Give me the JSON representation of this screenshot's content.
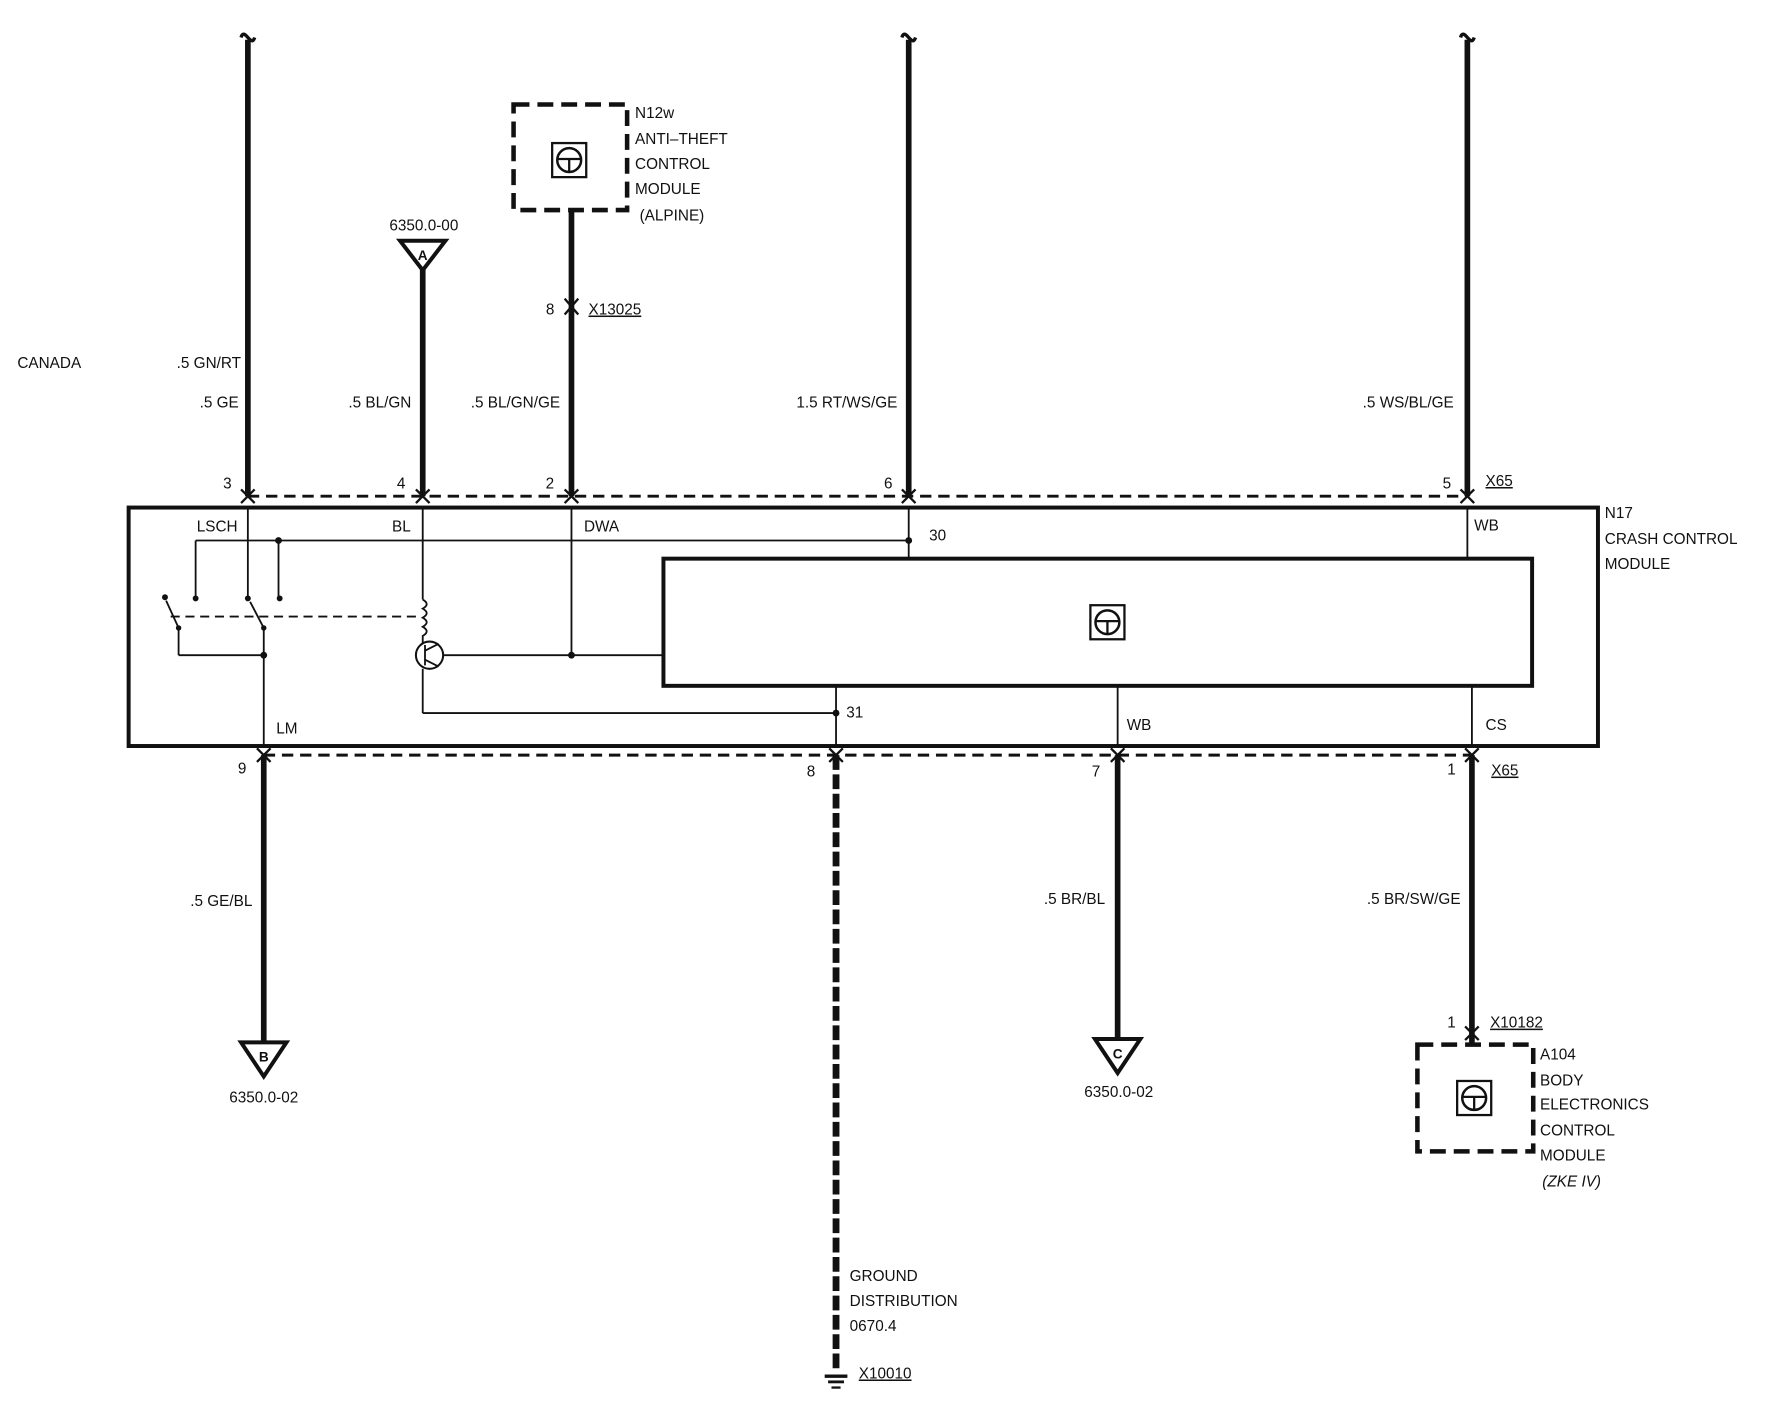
{
  "diagram": {
    "canada": {
      "region": "CANADA",
      "wire": ".5 GN/RT"
    },
    "top_wires": {
      "w3": {
        "pin": "3",
        "color": ".5 GE"
      },
      "w4": {
        "pin": "4",
        "color": ".5 BL/GN"
      },
      "w2": {
        "pin": "2",
        "color": ".5 BL/GN/GE"
      },
      "w6": {
        "pin": "6",
        "color": "1.5 RT/WS/GE"
      },
      "w5": {
        "pin": "5",
        "color": ".5 WS/BL/GE"
      }
    },
    "top_connector": "X65",
    "bottom_wires": {
      "w9": {
        "pin": "9",
        "color": ".5 GE/BL"
      },
      "w8": {
        "pin": "8"
      },
      "w7": {
        "pin": "7",
        "color": ".5 BR/BL"
      },
      "w1": {
        "pin": "1",
        "color": ".5 BR/SW/GE"
      }
    },
    "bottom_connector": "X65",
    "x13025": {
      "pin": "8",
      "name": "X13025"
    },
    "x10182": {
      "pin": "1",
      "name": "X10182"
    },
    "n12w": {
      "id": "N12w",
      "lines": [
        "ANTI–THEFT",
        "CONTROL",
        "MODULE",
        "(ALPINE)"
      ]
    },
    "n17": {
      "id": "N17",
      "lines": [
        "CRASH CONTROL",
        "MODULE"
      ],
      "terminals": {
        "lsch": "LSCH",
        "bl": "BL",
        "dwa": "DWA",
        "t30": "30",
        "wb_top": "WB",
        "lm": "LM",
        "t31": "31",
        "wb_bottom": "WB",
        "cs": "CS"
      }
    },
    "a104": {
      "id": "A104",
      "lines": [
        "BODY",
        "ELECTRONICS",
        "CONTROL",
        "MODULE",
        "(ZKE IV)"
      ]
    },
    "ref_a": {
      "letter": "A",
      "page": "6350.0-00"
    },
    "ref_b": {
      "letter": "B",
      "page": "6350.0-02"
    },
    "ref_c": {
      "letter": "C",
      "page": "6350.0-02"
    },
    "ground": {
      "lines": [
        "GROUND",
        "DISTRIBUTION",
        "0670.4"
      ],
      "connector": "X10010"
    }
  }
}
